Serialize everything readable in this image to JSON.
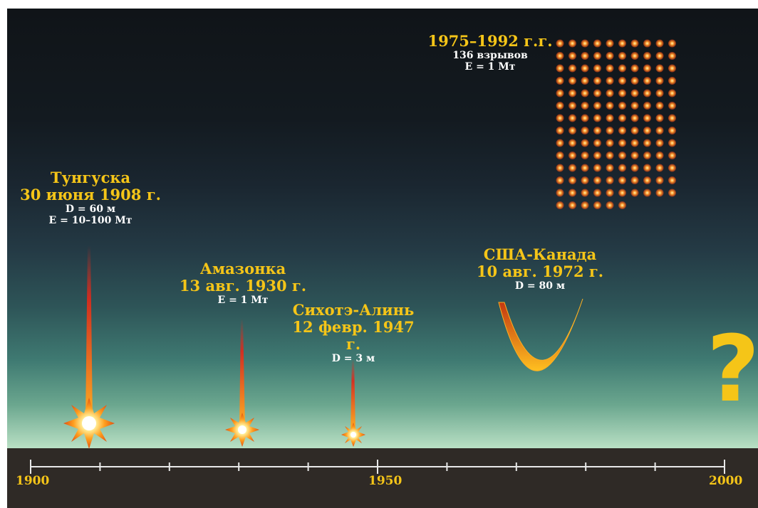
{
  "events": {
    "tunguska": {
      "name": "Тунгуска",
      "date": "30 июня 1908 г.",
      "d": "D = 60 м",
      "e": "E = 10–100 Мт"
    },
    "amazon": {
      "name": "Амазонка",
      "date": "13 авг. 1930 г.",
      "e": "E = 1 Мт"
    },
    "sikhote": {
      "name": "Сихотэ-Алинь",
      "date": "12 февр. 1947 г.",
      "d": "D = 3 м"
    },
    "usa": {
      "name": "США-Канада",
      "date": "10 авг. 1972 г.",
      "d": "D = 80 м"
    },
    "grid": {
      "years": "1975–1992 г.г.",
      "count": "136 взрывов",
      "e": "E = 1 Мт"
    }
  },
  "unknown_mark": "?",
  "axis": {
    "labels": [
      "1900",
      "1950",
      "2000"
    ]
  },
  "colors": {
    "label": "#f5c518",
    "text": "#ffffff",
    "trail": "#e0281a",
    "dot": "#ff7a1a"
  }
}
